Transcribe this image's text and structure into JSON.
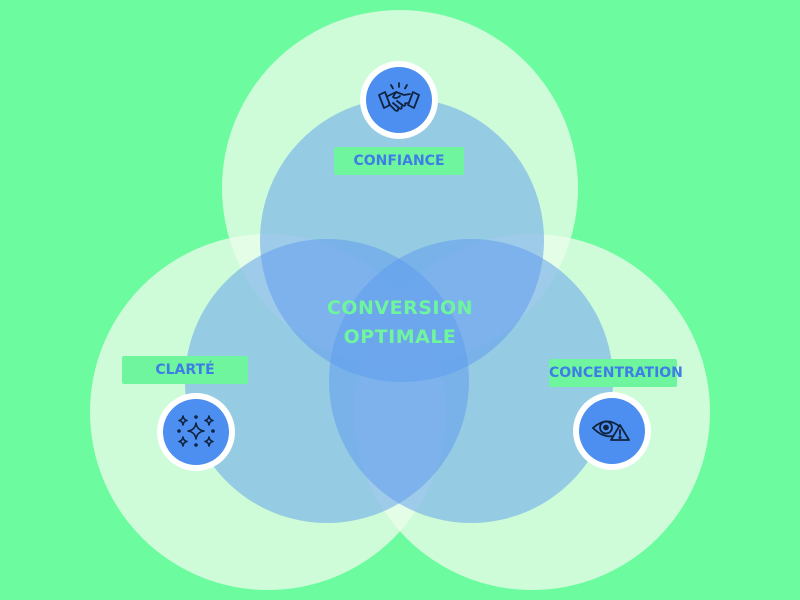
{
  "diagram": {
    "center_label": [
      "CONVERSION",
      "OPTIMALE"
    ],
    "circles": [
      {
        "id": "confiance",
        "label": "CONFIANCE",
        "icon": "handshake-icon"
      },
      {
        "id": "clarte",
        "label": "CLARTÉ",
        "icon": "sparkles-icon"
      },
      {
        "id": "concentration",
        "label": "CONCENTRATION",
        "icon": "eye-warning-icon"
      }
    ]
  },
  "colors": {
    "background": "#6dfb9f",
    "outer_circle": "#e6fbe6",
    "inner_circle": "#5b9aee",
    "label_bg": "#6ef59e",
    "label_text": "#3f7de6",
    "badge_fill": "#4c8ff0"
  }
}
